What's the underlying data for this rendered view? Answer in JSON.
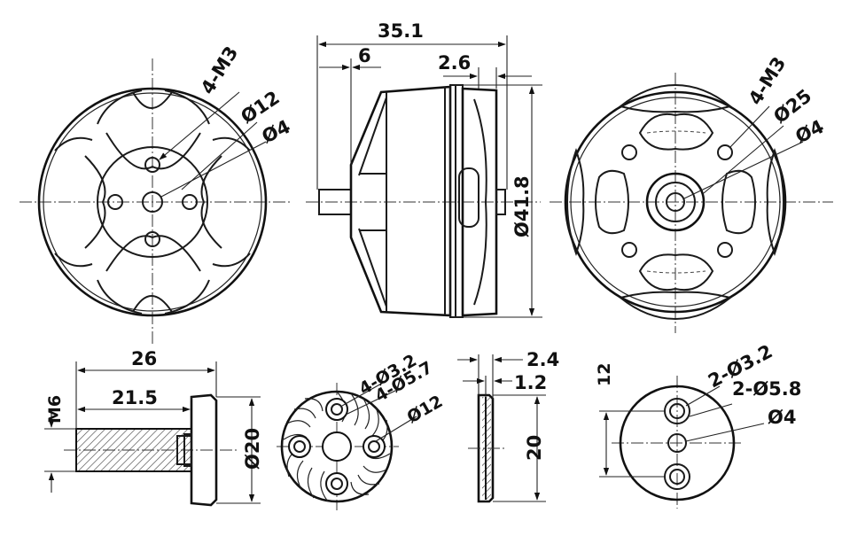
{
  "drawing": {
    "front_view": {
      "holes": "4-M3",
      "pitch": "Ø12",
      "bore": "Ø4"
    },
    "side_view": {
      "length": "35.1",
      "shaft_length": "6",
      "base_thickness": "2.6",
      "diameter": "Ø41.8"
    },
    "rear_view": {
      "holes": "4-M3",
      "pitch": "Ø25",
      "bore": "Ø4"
    },
    "prop_adapter": {
      "total_length": "26",
      "thread_length": "21.5",
      "thread": "M6",
      "flange": "Ø20"
    },
    "prop_washer_face": {
      "holes": "4-Ø3.2",
      "counterbore": "4-Ø5.7",
      "pitch": "Ø12"
    },
    "prop_washer_side": {
      "total_thickness": "2.4",
      "step": "1.2",
      "height": "20"
    },
    "cover_plate": {
      "spacing": "12",
      "holes": "2-Ø3.2",
      "counterbore": "2-Ø5.8",
      "bore": "Ø4"
    }
  }
}
